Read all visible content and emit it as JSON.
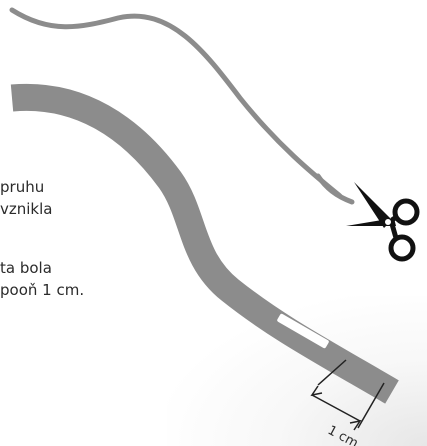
{
  "instruction_text": {
    "line1": "pruhu",
    "line2": "vznikla",
    "line3": "ta bola",
    "line4": "pooň 1 cm."
  },
  "measurement": {
    "label": "1 cm"
  },
  "colors": {
    "strip": "#8c8c8c",
    "text": "#2b2b2b",
    "scissors": "#111111"
  },
  "icons": {
    "scissors": "scissors-icon",
    "cut_arrow": "curved-arrow-icon"
  }
}
